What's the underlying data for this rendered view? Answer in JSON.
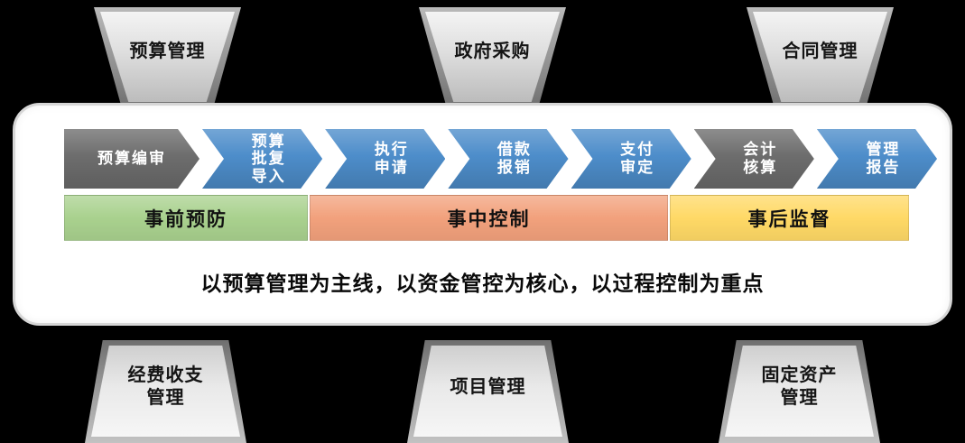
{
  "top_modules": [
    {
      "label": "预算管理"
    },
    {
      "label": "政府采购"
    },
    {
      "label": "合同管理"
    }
  ],
  "bottom_modules": [
    {
      "label": "经费收支管理"
    },
    {
      "label": "项目管理"
    },
    {
      "label": "固定资产管理"
    }
  ],
  "process_steps": [
    {
      "label": "预算编审",
      "color": "#6d6d6d"
    },
    {
      "label": "预算批复导入",
      "color": "#4d8dca"
    },
    {
      "label": "执行申请",
      "color": "#4d8dca"
    },
    {
      "label": "借款报销",
      "color": "#4d8dca"
    },
    {
      "label": "支付审定",
      "color": "#4d8dca"
    },
    {
      "label": "会计核算",
      "color": "#6d6d6d"
    },
    {
      "label": "管理报告",
      "color": "#4d8dca"
    }
  ],
  "phases": [
    {
      "label": "事前预防",
      "color": "#a9d18e"
    },
    {
      "label": "事中控制",
      "color": "#f2a17c"
    },
    {
      "label": "事后监督",
      "color": "#ffd966"
    }
  ],
  "slogan": "以预算管理为主线，以资金管控为核心，以过程控制为重点",
  "colors": {
    "background": "#000000",
    "panel": "#ffffff",
    "chevron_blue": "#4d8dca",
    "chevron_gray": "#6d6d6d",
    "phase_green": "#a9d18e",
    "phase_orange": "#f2a17c",
    "phase_yellow": "#ffd966"
  }
}
